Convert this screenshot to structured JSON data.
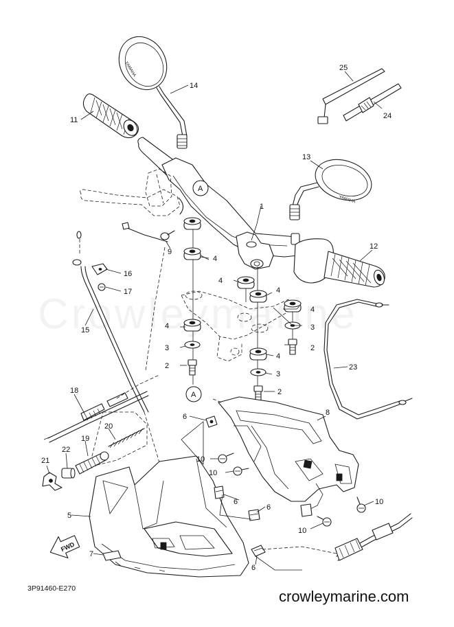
{
  "diagram": {
    "drawing_code": "3P91460-E270",
    "website": "crowleymarine.com",
    "watermark": "Crowleymarine",
    "mirror_brand": "YAMAHA",
    "direction_label": "FWD",
    "reference_mark": "A",
    "part_numbers": [
      "1",
      "2",
      "3",
      "4",
      "5",
      "6",
      "7",
      "8",
      "9",
      "10",
      "11",
      "12",
      "13",
      "14",
      "15",
      "16",
      "17",
      "18",
      "19",
      "20",
      "21",
      "22",
      "23",
      "24",
      "25"
    ]
  }
}
